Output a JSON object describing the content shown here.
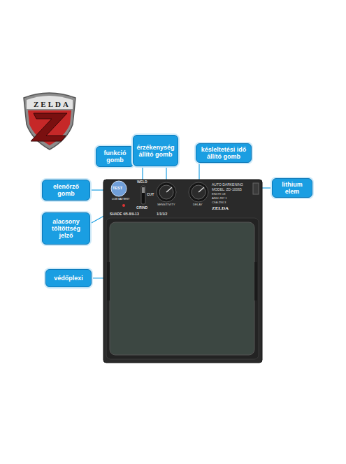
{
  "diagram": {
    "nodes": [
      {
        "text": [
          "funkció gomb"
        ]
      },
      {
        "text": [
          "érzékenység állító gomb"
        ]
      },
      {
        "text": [
          "késleltetési idő állító gomb"
        ]
      },
      {
        "text": [
          "lithium elem"
        ]
      },
      {
        "text": [
          "elenőrző gomb"
        ]
      },
      {
        "text": [
          "alacsony töltöttség jelző"
        ]
      },
      {
        "text": [
          "védőplexi"
        ]
      }
    ],
    "labels": [
      "ZELDA",
      "TEST",
      "LOW BATTERY",
      "WELD",
      "CUT",
      "GRIND",
      "SHADE 4/5-8/9-13",
      "1/1/1/2",
      "SENSITIVITY",
      "DELAY",
      "AUTO DARKENING",
      "MODEL: ZD-10065",
      "EN379 CE",
      "ANSI Z87.1",
      "CSA Z94.3",
      "ZELDA"
    ]
  }
}
